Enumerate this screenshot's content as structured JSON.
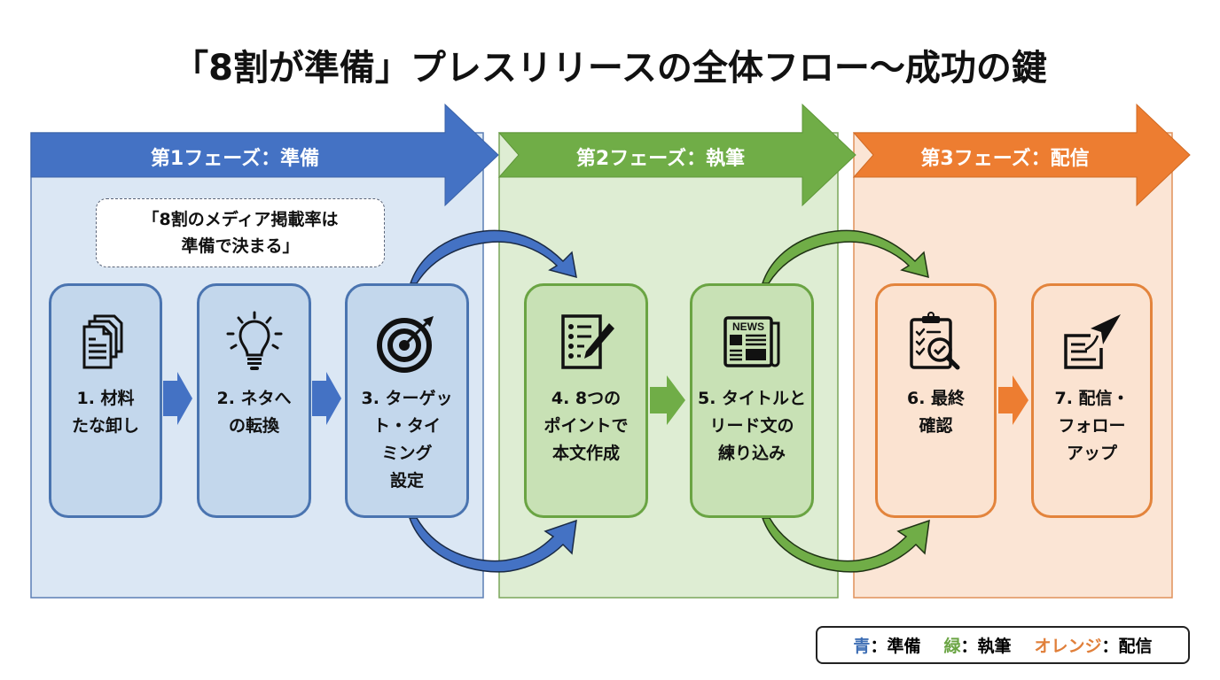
{
  "title": "「8割が準備」プレスリリースの全体フロー〜成功の鍵",
  "colors": {
    "blue": "#4472c4",
    "green": "#70ad47",
    "orange": "#ed7d31"
  },
  "phases": [
    {
      "id": "prep",
      "label": "第1フェーズ：準備",
      "color": "blue"
    },
    {
      "id": "write",
      "label": "第2フェーズ：執筆",
      "color": "green"
    },
    {
      "id": "distribute",
      "label": "第3フェーズ：配信",
      "color": "orange"
    }
  ],
  "callout": {
    "line1": "「8割のメディア掲載率は",
    "line2": "準備で決まる」"
  },
  "steps": [
    {
      "label": "1. 材料\nたな卸し",
      "icon": "documents-icon",
      "phase": "prep"
    },
    {
      "label": "2. ネタへ\nの転換",
      "icon": "lightbulb-icon",
      "phase": "prep"
    },
    {
      "label": "3. ターゲッ\nト・タイ\nミング\n設定",
      "icon": "target-icon",
      "phase": "prep"
    },
    {
      "label": "4. 8つの\nポイントで\n本文作成",
      "icon": "checklist-pencil-icon",
      "phase": "write"
    },
    {
      "label": "5. タイトルと\nリード文の\n練り込み",
      "icon": "newspaper-icon",
      "phase": "write"
    },
    {
      "label": "6. 最終\n確認",
      "icon": "clipboard-search-icon",
      "phase": "distribute"
    },
    {
      "label": "7. 配信・\nフォロー\nアップ",
      "icon": "send-document-icon",
      "phase": "distribute"
    }
  ],
  "legend": [
    {
      "key": "青",
      "sep": "：",
      "value": "準備",
      "color": "#3f6fb5"
    },
    {
      "key": "緑",
      "sep": "：",
      "value": "執筆",
      "color": "#6aa443"
    },
    {
      "key": "オレンジ",
      "sep": "：",
      "value": "配信",
      "color": "#e07f3a"
    }
  ]
}
